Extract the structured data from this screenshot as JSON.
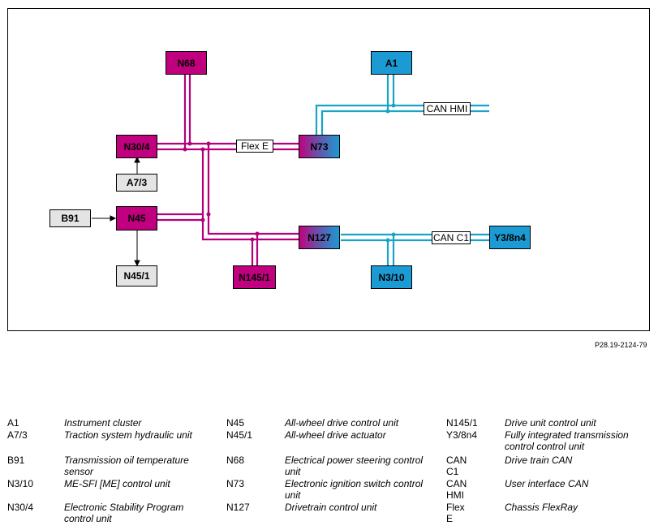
{
  "figure_id": "P28.19-2124-79",
  "colors": {
    "flexray": "#b5007d",
    "can": "#1aa3c9",
    "magenta_box": "#c1007f",
    "cyan_box": "#1b9ad3",
    "gray_box": "#e4e4e4"
  },
  "nodes": {
    "N68": "N68",
    "A1": "A1",
    "N30_4": "N30/4",
    "N73": "N73",
    "A7_3": "A7/3",
    "B91": "B91",
    "N45": "N45",
    "N127": "N127",
    "Y3_8n4": "Y3/8n4",
    "N45_1": "N45/1",
    "N145_1": "N145/1",
    "N3_10": "N3/10"
  },
  "bus_labels": {
    "flex_e": "Flex E",
    "can_hmi": "CAN HMI",
    "can_c1": "CAN C1"
  },
  "legend": [
    {
      "code": "A1",
      "desc": "Instrument cluster"
    },
    {
      "code": "A7/3",
      "desc": "Traction system hydraulic unit"
    },
    {
      "code": "B91",
      "desc": "Transmission oil temperature sensor"
    },
    {
      "code": "N3/10",
      "desc": "ME-SFI [ME] control unit"
    },
    {
      "code": "N30/4",
      "desc": "Electronic Stability Program control unit"
    },
    {
      "code": "N45",
      "desc": "All-wheel drive control unit"
    },
    {
      "code": "N45/1",
      "desc": "All-wheel drive actuator"
    },
    {
      "code": "N68",
      "desc": "Electrical power steering control unit"
    },
    {
      "code": "N73",
      "desc": "Electronic ignition switch control unit"
    },
    {
      "code": "N127",
      "desc": "Drivetrain control unit"
    },
    {
      "code": "N145/1",
      "desc": "Drive unit control unit"
    },
    {
      "code": "Y3/8n4",
      "desc": "Fully integrated transmission control control unit"
    },
    {
      "code": "CAN C1",
      "desc": "Drive train CAN"
    },
    {
      "code": "CAN HMI",
      "desc": "User interface CAN"
    },
    {
      "code": "Flex E",
      "desc": "Chassis FlexRay"
    }
  ]
}
